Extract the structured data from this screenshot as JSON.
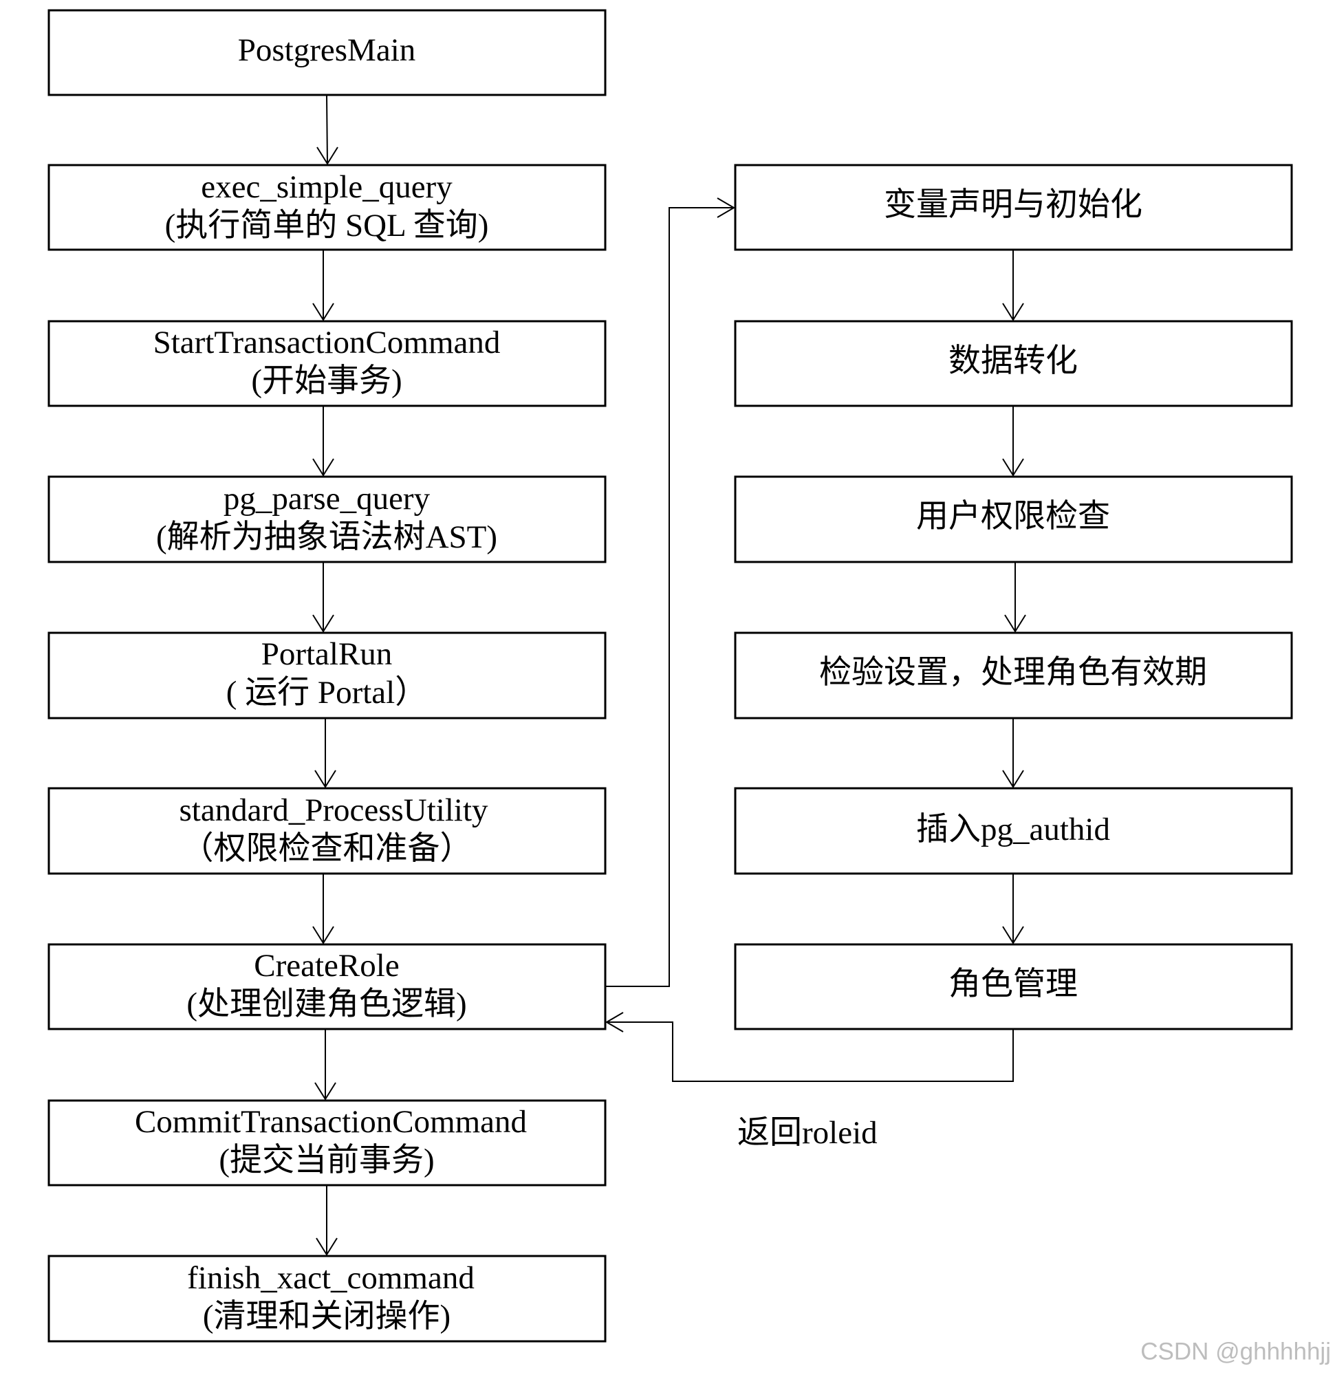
{
  "left_flow": [
    {
      "line1": "PostgresMain",
      "line2": ""
    },
    {
      "line1": "exec_simple_query",
      "line2": "(执行简单的 SQL 查询)"
    },
    {
      "line1": "StartTransactionCommand",
      "line2": "(开始事务)"
    },
    {
      "line1": "pg_parse_query",
      "line2": "(解析为抽象语法树AST)"
    },
    {
      "line1": "PortalRun",
      "line2": "( 运行 Portal）"
    },
    {
      "line1": "standard_ProcessUtility",
      "line2": "（权限检查和准备）"
    },
    {
      "line1": "CreateRole",
      "line2": "(处理创建角色逻辑)"
    },
    {
      "line1": "CommitTransactionCommand",
      "line2": "(提交当前事务)"
    },
    {
      "line1": "finish_xact_command",
      "line2": "(清理和关闭操作)"
    }
  ],
  "right_flow": [
    {
      "label": "变量声明与初始化"
    },
    {
      "label": "数据转化"
    },
    {
      "label": "用户权限检查"
    },
    {
      "label": "检验设置，处理角色有效期"
    },
    {
      "label": "插入pg_authid"
    },
    {
      "label": "角色管理"
    }
  ],
  "return_label": "返回roleid",
  "watermark": "CSDN @ghhhhhjj"
}
